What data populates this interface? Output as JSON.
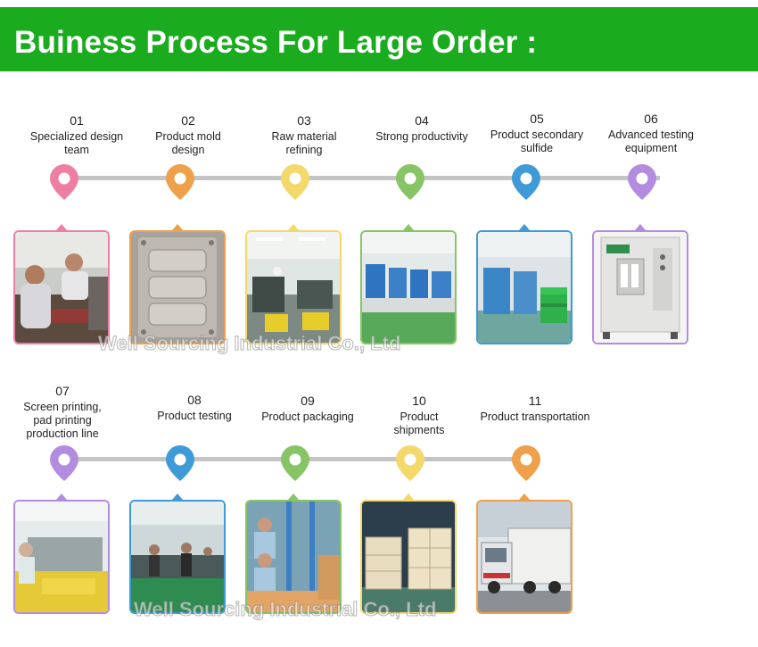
{
  "header": {
    "title": "Buiness Process For Large Order :"
  },
  "watermark": {
    "text": "Well Sourcing Industrial Co., Ltd"
  },
  "colors": {
    "banner": "#1aab1f",
    "pink": "#ef7fa2",
    "orange": "#eea04a",
    "yellow": "#f3d86b",
    "green": "#87c465",
    "blue": "#3f9ad8",
    "purple": "#b38ce0"
  },
  "steps": [
    {
      "num": "01",
      "label": "Specialized design\nteam"
    },
    {
      "num": "02",
      "label": "Product mold\ndesign"
    },
    {
      "num": "03",
      "label": "Raw material\nrefining"
    },
    {
      "num": "04",
      "label": "Strong productivity"
    },
    {
      "num": "05",
      "label": "Product secondary\nsulfide"
    },
    {
      "num": "06",
      "label": "Advanced testing\nequipment"
    },
    {
      "num": "07",
      "label": "Screen printing,\npad printing\nproduction line"
    },
    {
      "num": "08",
      "label": "Product testing"
    },
    {
      "num": "09",
      "label": "Product packaging"
    },
    {
      "num": "10",
      "label": "Product\nshipments"
    },
    {
      "num": "11",
      "label": "Product transportation"
    }
  ]
}
